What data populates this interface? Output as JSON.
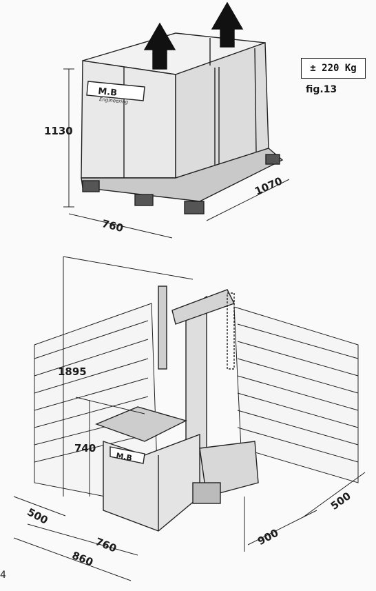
{
  "weight_label": "± 220 Kg",
  "figure_label": "fig.13",
  "logo": {
    "text": "M.B",
    "subtext": "Engineering"
  },
  "crate_dimensions": {
    "height": "1130",
    "width": "760",
    "depth": "1070"
  },
  "machine_dimensions": {
    "total_height": "1895",
    "table_height": "740",
    "left_depth": "500",
    "base_width": "760",
    "overall_width": "860",
    "front_clearance": "900",
    "right_clearance": "500"
  },
  "page_number": "4",
  "colors": {
    "ink": "#1a1a1a",
    "paper": "#fafafa",
    "shade": "#8a8a8a"
  }
}
